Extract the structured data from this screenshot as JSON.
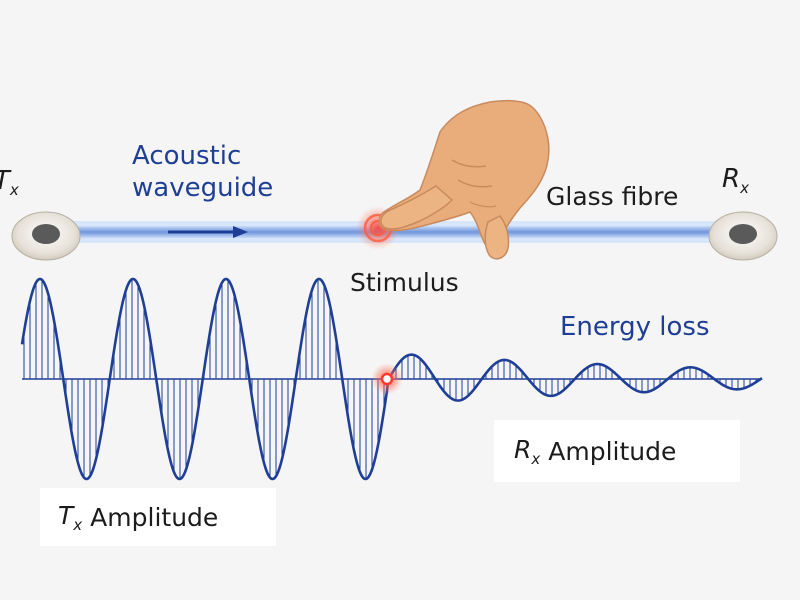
{
  "labels": {
    "tx": {
      "symbol": "T",
      "sub": "x"
    },
    "rx": {
      "symbol": "R",
      "sub": "x"
    },
    "acoustic_waveguide": [
      "Acoustic",
      "waveguide"
    ],
    "glass_fibre": "Glass fibre",
    "stimulus": "Stimulus",
    "energy_loss": "Energy loss",
    "tx_amplitude": {
      "symbol": "T",
      "sub": "x",
      "text": "Amplitude"
    },
    "rx_amplitude": {
      "symbol": "R",
      "sub": "x",
      "text": "Amplitude"
    }
  },
  "colors": {
    "wave": "#1f3f97",
    "fibre_glow": "#a9c6f2",
    "fibre_core": "#5d86d6",
    "stimulus": "#ff3b2f",
    "skin": "#e9ad7b",
    "skin_shadow": "#c98a5e",
    "label_blue": "#1f3f97"
  },
  "icons": [
    "pointing-hand-icon",
    "direction-arrow-icon"
  ]
}
